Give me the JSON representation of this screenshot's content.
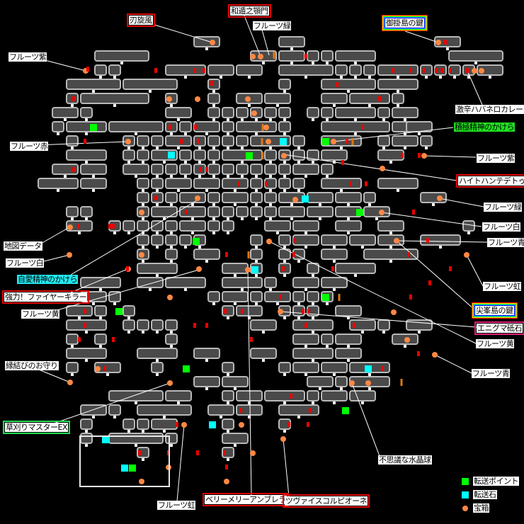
{
  "map": {
    "background": "#000000",
    "room_fill": "#4a4a4a",
    "room_border": "#b8b8b8",
    "colors": {
      "teleport_point": "#00ff00",
      "teleport_stone": "#00ffff",
      "treasure": "#ff8844",
      "enemy": "#ee0000",
      "gate": "#dd7711",
      "leader_line": "#ffffff"
    }
  },
  "labels": [
    {
      "id": "jinsenpu",
      "text": "刃旋風",
      "style": "red"
    },
    {
      "id": "wadou",
      "text": "和遁之顎門",
      "style": "red"
    },
    {
      "id": "fruit-green-top",
      "text": "フルーツ緑",
      "style": "plain"
    },
    {
      "id": "mikake-key",
      "text": "御掛島の鍵",
      "style": "rainbow"
    },
    {
      "id": "fruit-purple-left",
      "text": "フルーツ紫",
      "style": "plain"
    },
    {
      "id": "habanero",
      "text": "激辛ハバネロカレー",
      "style": "plain"
    },
    {
      "id": "sekkyoku",
      "text": "積極精神のかけら",
      "style": "green-bg"
    },
    {
      "id": "fruit-red",
      "text": "フルーツ赤",
      "style": "plain"
    },
    {
      "id": "fruit-purple-right",
      "text": "フルーツ紫",
      "style": "plain"
    },
    {
      "id": "height-n",
      "text": "ハイトハンテデトゥツ",
      "style": "red"
    },
    {
      "id": "fruit-green-right",
      "text": "フルーツ緑",
      "style": "plain"
    },
    {
      "id": "fruit-white-right",
      "text": "フルーツ白",
      "style": "plain"
    },
    {
      "id": "fruit-blue-right",
      "text": "フルーツ青",
      "style": "plain"
    },
    {
      "id": "map-data",
      "text": "地図データ",
      "style": "plain"
    },
    {
      "id": "fruit-white-left",
      "text": "フルーツ白",
      "style": "plain"
    },
    {
      "id": "jiai",
      "text": "自愛精神のかけら",
      "style": "cyan-bg"
    },
    {
      "id": "fire-killer",
      "text": "強力！ファイヤーキラー",
      "style": "red"
    },
    {
      "id": "fruit-yellow-left",
      "text": "フルーツ黄",
      "style": "plain"
    },
    {
      "id": "fruit-rainbow-right",
      "text": "フルーツ虹",
      "style": "plain"
    },
    {
      "id": "senpou-key",
      "text": "尖峯島の鍵",
      "style": "rainbow"
    },
    {
      "id": "enigma",
      "text": "エニグマ砥石",
      "style": "magenta-border"
    },
    {
      "id": "fruit-yellow-right",
      "text": "フルーツ黄",
      "style": "plain"
    },
    {
      "id": "enmusubi",
      "text": "縁結びのお守り",
      "style": "plain"
    },
    {
      "id": "fruit-blue-lower",
      "text": "フルーツ青",
      "style": "plain"
    },
    {
      "id": "kusakari",
      "text": "草刈りマスターEX",
      "style": "green-border"
    },
    {
      "id": "crystal",
      "text": "不思議な水晶球",
      "style": "plain"
    },
    {
      "id": "fruit-rainbow-bottom",
      "text": "フルーツ虹",
      "style": "plain"
    },
    {
      "id": "berry-umbrella",
      "text": "ベリーメリーアンブレラ",
      "style": "red"
    },
    {
      "id": "zwei-scorpione",
      "text": "ツヴァイスコルピオーネ",
      "style": "red"
    }
  ],
  "legend": [
    {
      "kind": "square",
      "color": "#00ff00",
      "text": "転送ポイント"
    },
    {
      "kind": "square",
      "color": "#00ffff",
      "text": "転送石"
    },
    {
      "kind": "dot",
      "color": "#ff8844",
      "text": "宝箱"
    }
  ]
}
